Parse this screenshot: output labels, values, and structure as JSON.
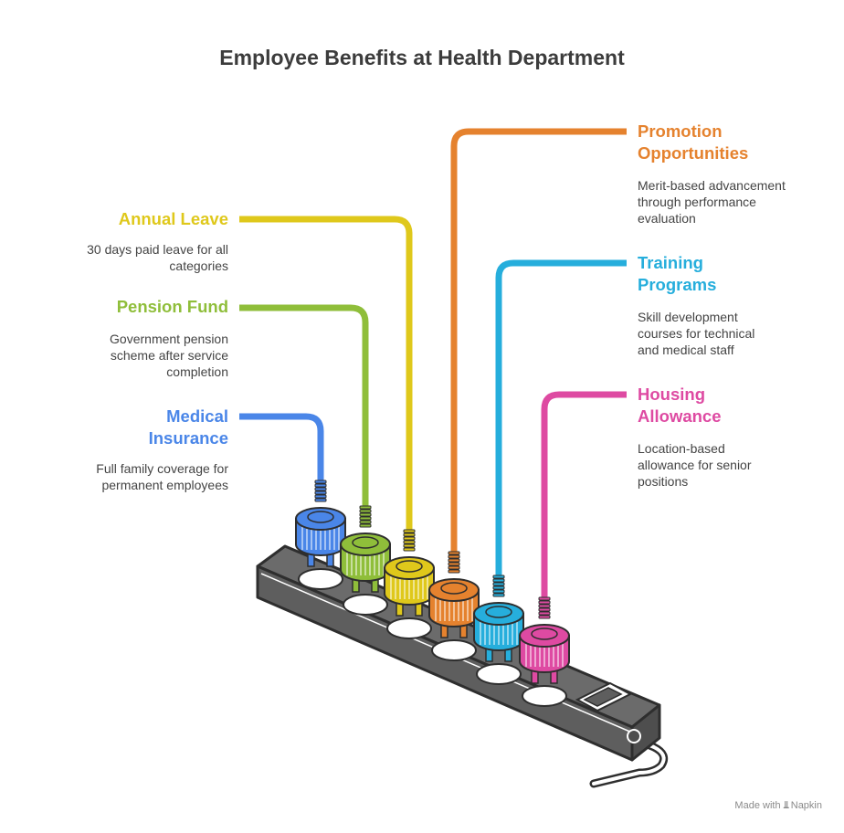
{
  "title": "Employee Benefits at Health Department",
  "benefits": [
    {
      "label": "Annual Leave",
      "description": "30 days paid leave for all categories",
      "color": "#dfc81b"
    },
    {
      "label": "Pension Fund",
      "description": "Government pension scheme after service completion",
      "color": "#8fbe3a"
    },
    {
      "label": "Medical Insurance",
      "description": "Full family coverage for permanent employees",
      "color": "#4a86e8"
    },
    {
      "label": "Promotion Opportunities",
      "description": "Merit-based advancement through performance evaluation",
      "color": "#e5822e"
    },
    {
      "label": "Training Programs",
      "description": "Skill development courses for technical and medical staff",
      "color": "#26aedc"
    },
    {
      "label": "Housing Allowance",
      "description": "Location-based allowance for senior positions",
      "color": "#de4aa2"
    }
  ],
  "watermark": {
    "prefix": "Made with",
    "brand": "Napkin"
  },
  "colors": {
    "strip": "#5e5e5e",
    "strip_top": "#6b6b6b",
    "outline": "#2e2e2e",
    "socket": "#ffffff"
  },
  "icons": [
    "power-strip-icon",
    "plug-icon",
    "switch-icon",
    "napkin-logo-icon"
  ]
}
